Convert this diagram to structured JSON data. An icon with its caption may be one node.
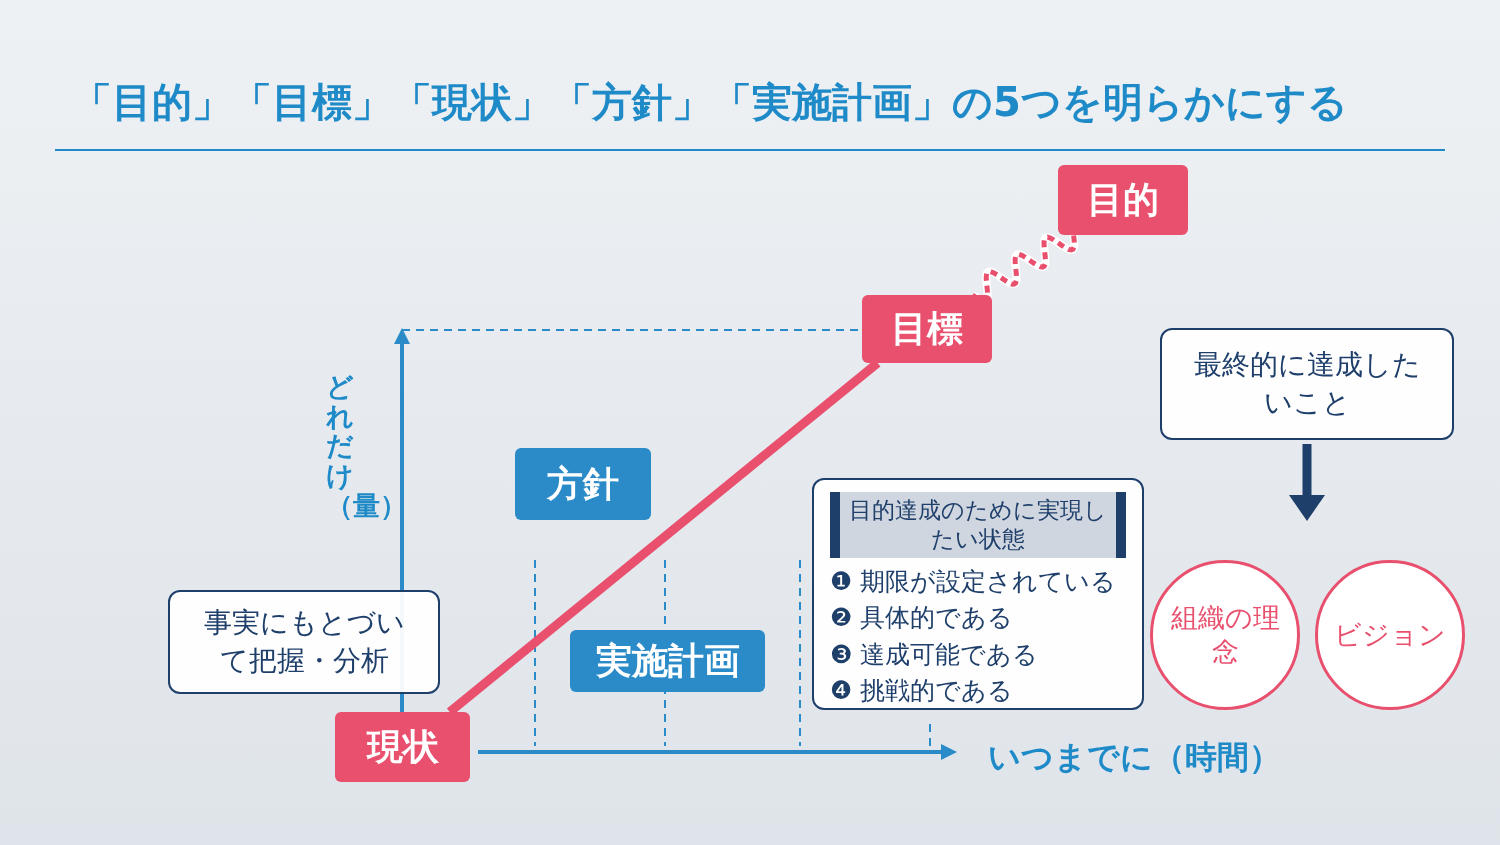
{
  "diagram": {
    "title": "「目的」「目標」「現状」「方針」「実施計画」の5つを明らかにする",
    "nodes": [
      {
        "text": [
          "目的"
        ]
      },
      {
        "text": [
          "目標"
        ]
      },
      {
        "text": [
          "方針"
        ]
      },
      {
        "text": [
          "実施計画"
        ]
      },
      {
        "text": [
          "現状"
        ]
      },
      {
        "text": [
          "事実にもとづいて把握・分析"
        ]
      },
      {
        "text": [
          "目的達成のために実現したい状態",
          "❶ 期限が設定されている",
          "❷ 具体的である",
          "❸ 達成可能である",
          "❹ 挑戦的である"
        ]
      },
      {
        "text": [
          "最終的に達成したいこと"
        ]
      },
      {
        "text": [
          "組織の理念"
        ]
      },
      {
        "text": [
          "ビジョン"
        ]
      }
    ],
    "edges": [
      {
        "from": 4,
        "to": 1,
        "arrow": "none"
      },
      {
        "from": 1,
        "to": 0,
        "arrow": "none",
        "style": "dashed"
      },
      {
        "from": 7,
        "to": null,
        "arrow": "to",
        "color": "#1f3f6b"
      }
    ],
    "labels": [
      "どれだけ（量）",
      "いつまでに（時間）"
    ]
  }
}
